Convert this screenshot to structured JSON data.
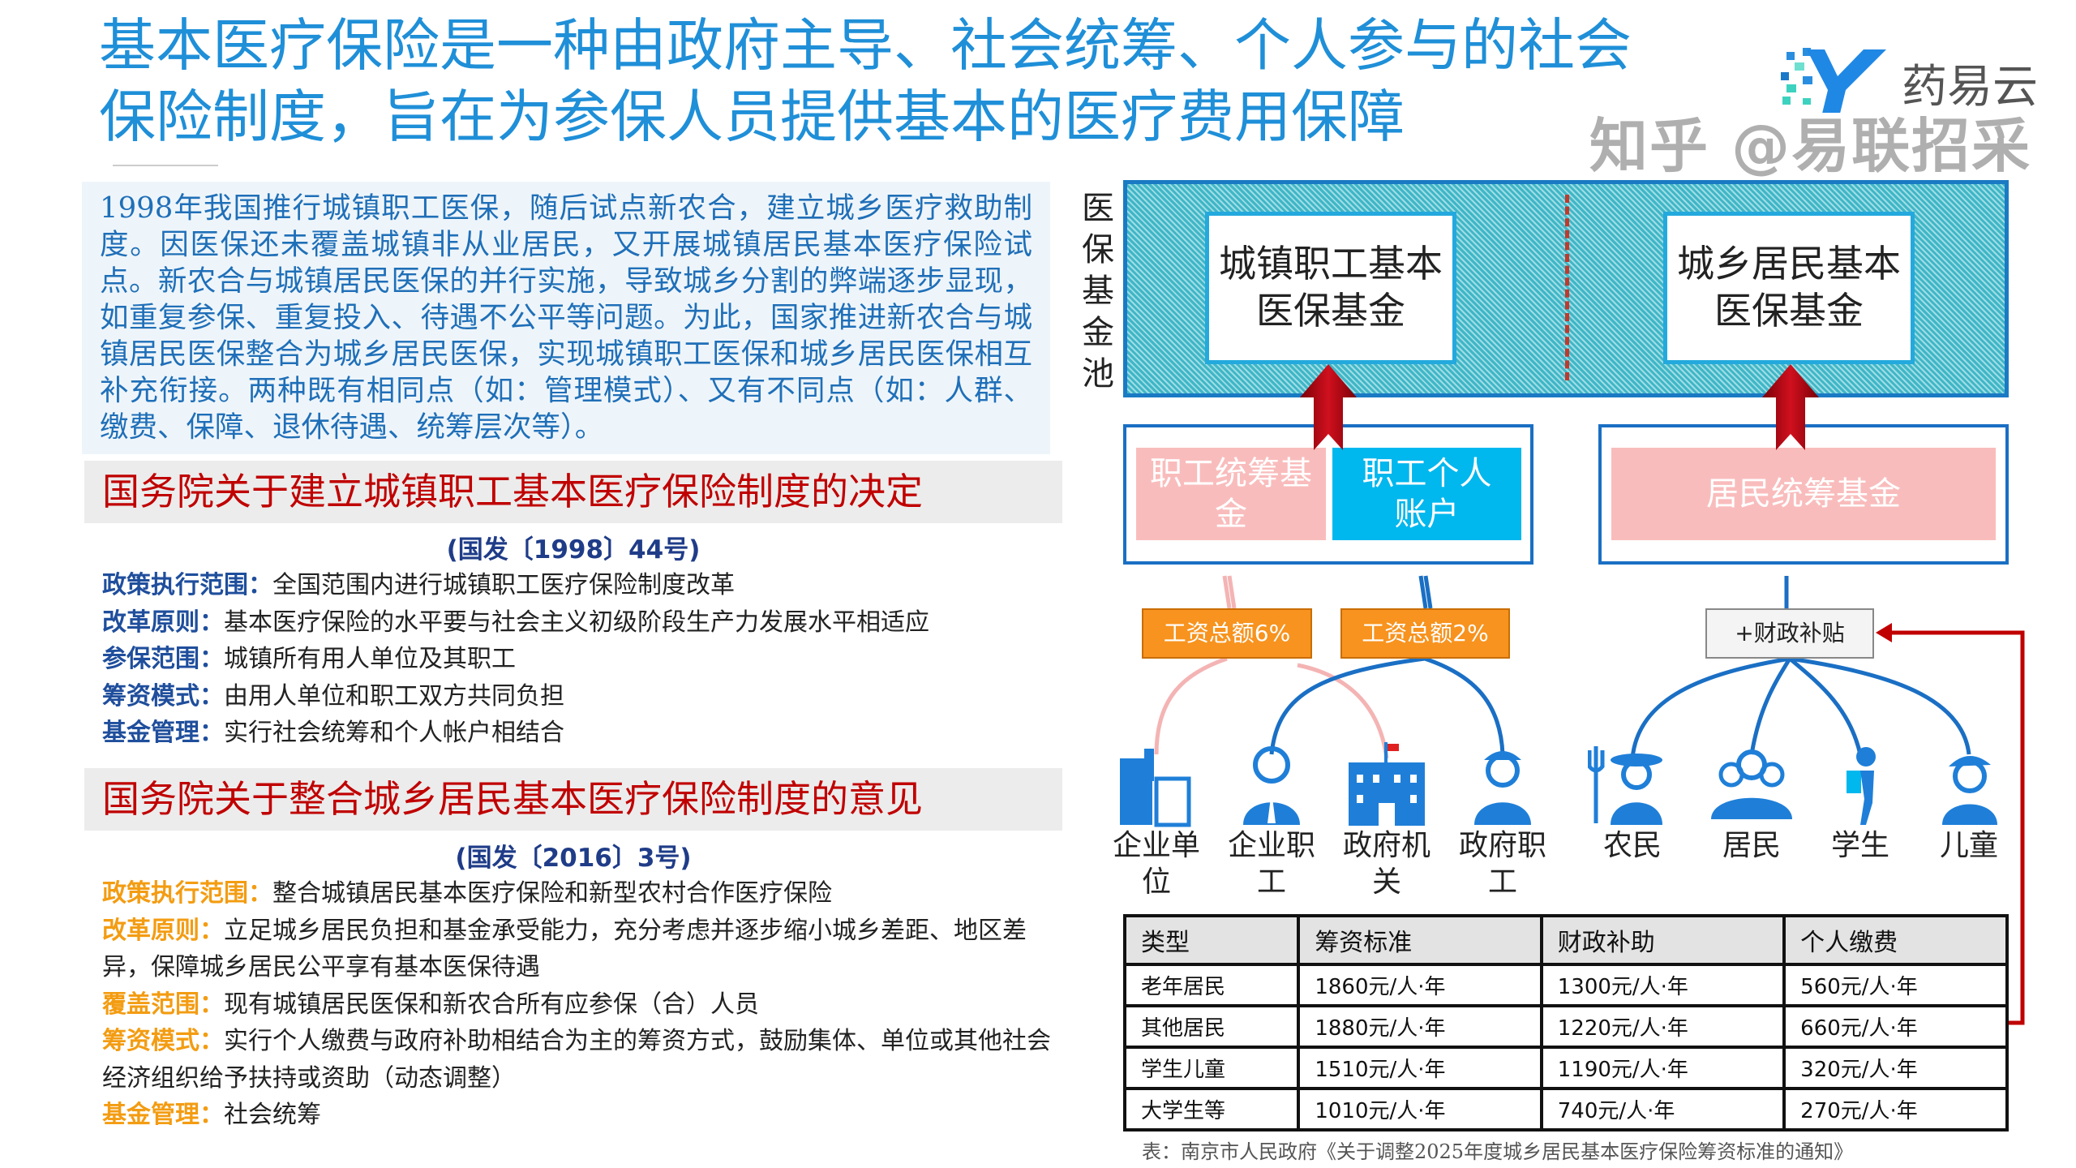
{
  "title": {
    "line1": "基本医疗保险是一种由政府主导、社会统筹、个人参与的社会",
    "line2": "保险制度，旨在为参保人员提供基本的医疗费用保障"
  },
  "logo": {
    "text": "药易云",
    "icon": "y-pixel-logo-icon"
  },
  "intro": "1998年我国推行城镇职工医保，随后试点新农合，建立城乡医疗救助制度。因医保还未覆盖城镇非从业居民，又开展城镇居民基本医疗保险试点。新农合与城镇居民医保的并行实施，导致城乡分割的弊端逐步显现，如重复参保、重复投入、待遇不公平等问题。为此，国家推进新农合与城镇居民医保整合为城乡居民医保，实现城镇职工医保和城乡居民医保相互补充衔接。两种既有相同点（如：管理模式）、又有不同点（如：人群、缴费、保障、退休待遇、统筹层次等）。",
  "section1": {
    "heading": "国务院关于建立城镇职工基本医疗保险制度的决定",
    "doc_no": "(国发〔1998〕44号)",
    "items": [
      {
        "label": "政策执行范围：",
        "text": "全国范围内进行城镇职工医疗保险制度改革"
      },
      {
        "label": "改革原则：",
        "text": "基本医疗保险的水平要与社会主义初级阶段生产力发展水平相适应"
      },
      {
        "label": "参保范围：",
        "text": "城镇所有用人单位及其职工"
      },
      {
        "label": "筹资模式：",
        "text": "由用人单位和职工双方共同负担"
      },
      {
        "label": "基金管理：",
        "text": "实行社会统筹和个人帐户相结合"
      }
    ]
  },
  "section2": {
    "heading": "国务院关于整合城乡居民基本医疗保险制度的意见",
    "doc_no": "(国发〔2016〕3号)",
    "items": [
      {
        "label": "政策执行范围：",
        "text": "整合城镇居民基本医疗保险和新型农村合作医疗保险"
      },
      {
        "label": "改革原则：",
        "text": "立足城乡居民负担和基金承受能力，充分考虑并逐步缩小城乡差距、地区差异，保障城乡居民公平享有基本医保待遇"
      },
      {
        "label": "覆盖范围：",
        "text": "现有城镇居民医保和新农合所有应参保（合）人员"
      },
      {
        "label": "筹资模式：",
        "text": "实行个人缴费与政府补助相结合为主的筹资方式，鼓励集体、单位或其他社会经济组织给予扶持或资助（动态调整）"
      },
      {
        "label": "基金管理：",
        "text": "社会统筹"
      }
    ]
  },
  "diagram": {
    "pool_label": "医保基金池",
    "fund_left": "城镇职工基本医保基金",
    "fund_right": "城乡居民基本医保基金",
    "employee_pooled": "职工统筹基金",
    "employee_personal": "职工个人账户",
    "resident_pooled": "居民统筹基金",
    "wage6": "工资总额6%",
    "wage2": "工资总额2%",
    "subsidy": "+财政补贴",
    "people": [
      {
        "label": "企业单位",
        "icon": "office-building-icon"
      },
      {
        "label": "企业职工",
        "icon": "employee-icon"
      },
      {
        "label": "政府机关",
        "icon": "government-building-icon"
      },
      {
        "label": "政府职工",
        "icon": "civil-servant-icon"
      },
      {
        "label": "农民",
        "icon": "farmer-icon"
      },
      {
        "label": "居民",
        "icon": "residents-group-icon"
      },
      {
        "label": "学生",
        "icon": "student-icon"
      },
      {
        "label": "儿童",
        "icon": "child-icon"
      }
    ],
    "colors": {
      "pink": "#f9bcbc",
      "blue": "#00b7ee",
      "orange": "#f7931e",
      "red_arrow": "#b3000f",
      "pool": "#3fb6c6"
    }
  },
  "table": {
    "headers": [
      "类型",
      "筹资标准",
      "财政补助",
      "个人缴费"
    ],
    "rows": [
      [
        "老年居民",
        "1860元/人·年",
        "1300元/人·年",
        "560元/人·年"
      ],
      [
        "其他居民",
        "1880元/人·年",
        "1220元/人·年",
        "660元/人·年"
      ],
      [
        "学生儿童",
        "1510元/人·年",
        "1190元/人·年",
        "320元/人·年"
      ],
      [
        "大学生等",
        "1010元/人·年",
        "740元/人·年",
        "270元/人·年"
      ]
    ],
    "caption": "表：南京市人民政府《关于调整2025年度城乡居民基本医疗保险筹资标准的通知》"
  },
  "watermark": "知乎 @易联招采"
}
